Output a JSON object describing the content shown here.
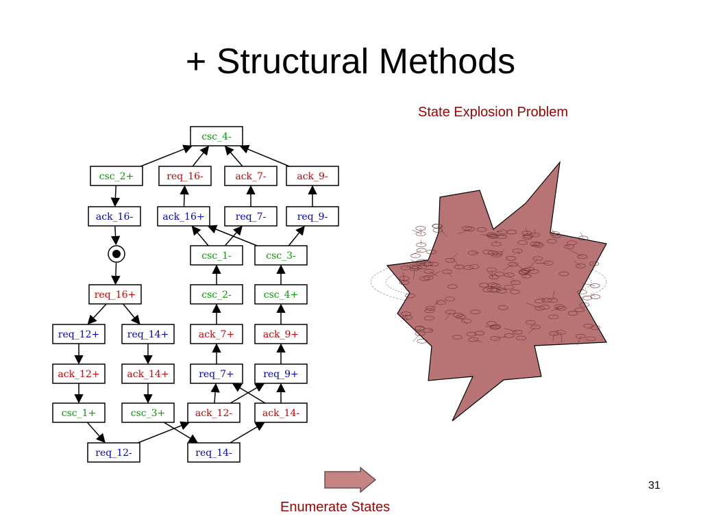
{
  "slide": {
    "title": "+ Structural Methods",
    "caption_top": "State Explosion Problem",
    "caption_bottom": "Enumerate States",
    "page_number": "31"
  },
  "colors": {
    "green": "#00a000",
    "red": "#d00000",
    "blue": "#0000c8",
    "explosion_fill": "#b87474",
    "caption": "#a40000"
  },
  "graph": {
    "nodes": [
      {
        "id": "csc_4m",
        "label": "csc_4-",
        "color": "green"
      },
      {
        "id": "csc_2p",
        "label": "csc_2+",
        "color": "green"
      },
      {
        "id": "req_16m",
        "label": "req_16-",
        "color": "red"
      },
      {
        "id": "ack_7m",
        "label": "ack_7-",
        "color": "red"
      },
      {
        "id": "ack_9m",
        "label": "ack_9-",
        "color": "red"
      },
      {
        "id": "ack_16m",
        "label": "ack_16-",
        "color": "blue"
      },
      {
        "id": "ack_16p",
        "label": "ack_16+",
        "color": "blue"
      },
      {
        "id": "req_7m",
        "label": "req_7-",
        "color": "blue"
      },
      {
        "id": "req_9m",
        "label": "req_9-",
        "color": "blue"
      },
      {
        "id": "csc_1m",
        "label": "csc_1-",
        "color": "green"
      },
      {
        "id": "csc_3m",
        "label": "csc_3-",
        "color": "green"
      },
      {
        "id": "req_16p",
        "label": "req_16+",
        "color": "red"
      },
      {
        "id": "csc_2m",
        "label": "csc_2-",
        "color": "green"
      },
      {
        "id": "csc_4p",
        "label": "csc_4+",
        "color": "green"
      },
      {
        "id": "req_12p",
        "label": "req_12+",
        "color": "blue"
      },
      {
        "id": "req_14p",
        "label": "req_14+",
        "color": "blue"
      },
      {
        "id": "ack_7p",
        "label": "ack_7+",
        "color": "red"
      },
      {
        "id": "ack_9p",
        "label": "ack_9+",
        "color": "red"
      },
      {
        "id": "ack_12p",
        "label": "ack_12+",
        "color": "red"
      },
      {
        "id": "ack_14p",
        "label": "ack_14+",
        "color": "red"
      },
      {
        "id": "req_7p",
        "label": "req_7+",
        "color": "blue"
      },
      {
        "id": "req_9p",
        "label": "req_9+",
        "color": "blue"
      },
      {
        "id": "csc_1p",
        "label": "csc_1+",
        "color": "green"
      },
      {
        "id": "csc_3p",
        "label": "csc_3+",
        "color": "green"
      },
      {
        "id": "ack_12m",
        "label": "ack_12-",
        "color": "red"
      },
      {
        "id": "ack_14m",
        "label": "ack_14-",
        "color": "red"
      },
      {
        "id": "req_12m",
        "label": "req_12-",
        "color": "blue"
      },
      {
        "id": "req_14m",
        "label": "req_14-",
        "color": "blue"
      }
    ],
    "edges": [
      [
        "csc_2p",
        "csc_4m"
      ],
      [
        "req_16m",
        "csc_4m"
      ],
      [
        "ack_7m",
        "csc_4m"
      ],
      [
        "ack_9m",
        "csc_4m"
      ],
      [
        "csc_2p",
        "ack_16m"
      ],
      [
        "ack_16p",
        "req_16m"
      ],
      [
        "req_7m",
        "ack_7m"
      ],
      [
        "req_9m",
        "ack_9m"
      ],
      [
        "ack_16m",
        "token"
      ],
      [
        "token",
        "req_16p"
      ],
      [
        "csc_1m",
        "ack_16p"
      ],
      [
        "csc_3m",
        "ack_16p"
      ],
      [
        "csc_1m",
        "req_7m"
      ],
      [
        "csc_3m",
        "req_9m"
      ],
      [
        "csc_2m",
        "csc_1m"
      ],
      [
        "csc_4p",
        "csc_3m"
      ],
      [
        "ack_7p",
        "csc_2m"
      ],
      [
        "ack_9p",
        "csc_4p"
      ],
      [
        "req_16p",
        "req_12p"
      ],
      [
        "req_16p",
        "req_14p"
      ],
      [
        "req_7p",
        "ack_7p"
      ],
      [
        "req_9p",
        "ack_9p"
      ],
      [
        "req_12p",
        "ack_12p"
      ],
      [
        "req_14p",
        "ack_14p"
      ],
      [
        "ack_12p",
        "csc_1p"
      ],
      [
        "ack_14p",
        "csc_3p"
      ],
      [
        "ack_12m",
        "req_7p"
      ],
      [
        "ack_12m",
        "req_9p"
      ],
      [
        "ack_14m",
        "req_7p"
      ],
      [
        "ack_14m",
        "req_9p"
      ],
      [
        "csc_1p",
        "req_12m"
      ],
      [
        "csc_3p",
        "req_14m"
      ],
      [
        "req_12m",
        "ack_12m"
      ],
      [
        "req_14m",
        "ack_14m"
      ]
    ]
  }
}
